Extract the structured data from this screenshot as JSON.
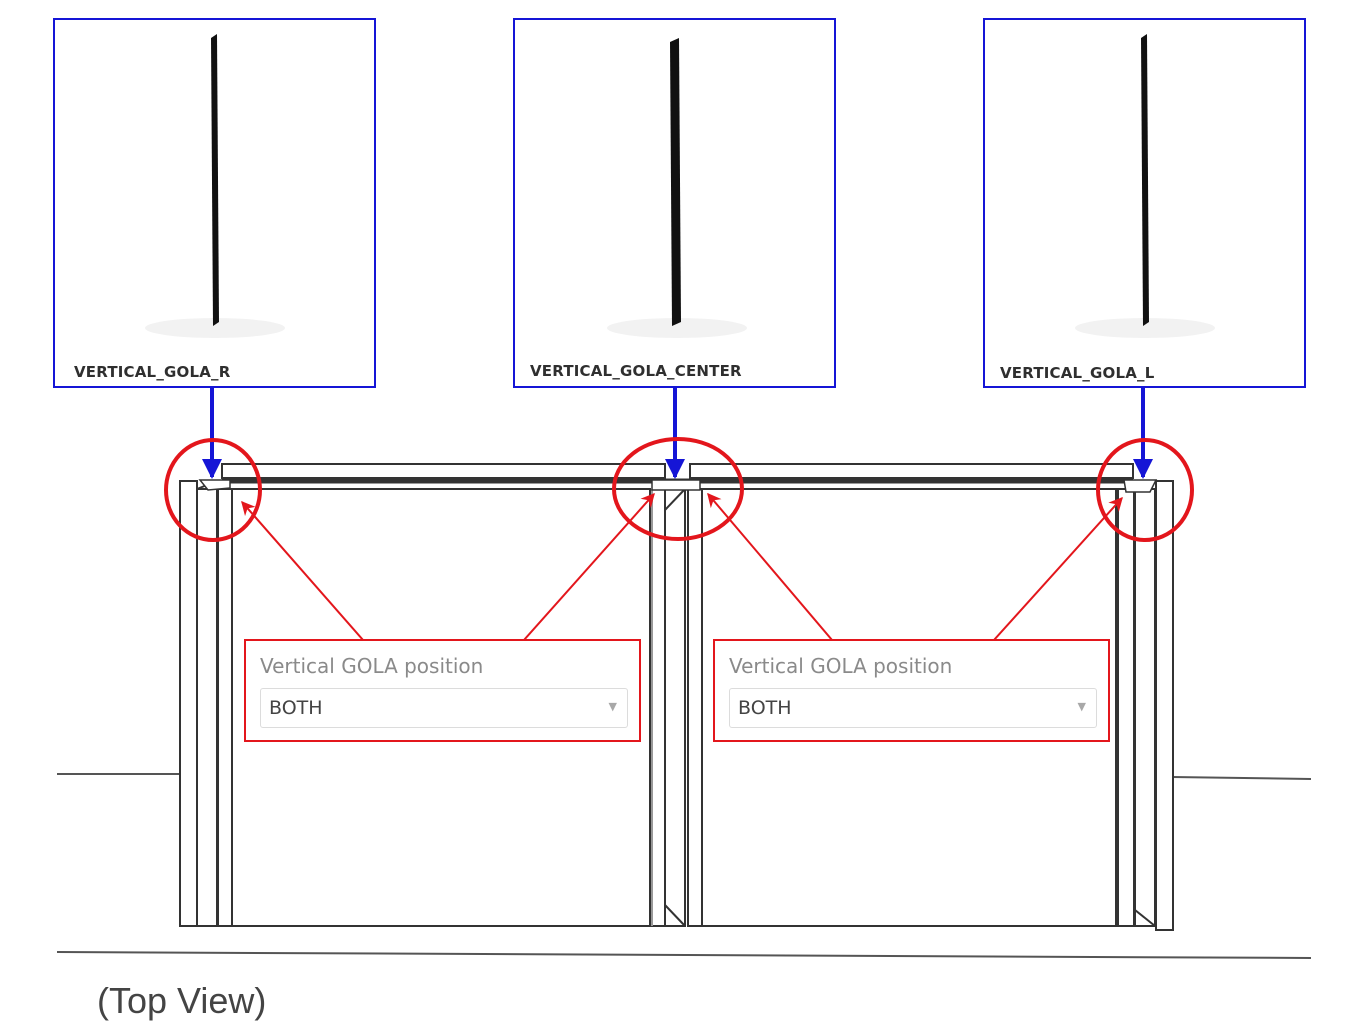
{
  "thumbnails": [
    {
      "name": "VERTICAL_GOLA_R",
      "label": "VERTICAL_GOLA_R"
    },
    {
      "name": "VERTICAL_GOLA_CENTER",
      "label": "VERTICAL_GOLA_CENTER"
    },
    {
      "name": "VERTICAL_GOLA_L",
      "label": "VERTICAL_GOLA_L"
    }
  ],
  "panels": [
    {
      "label": "Vertical GOLA position",
      "value": "BOTH"
    },
    {
      "label": "Vertical GOLA position",
      "value": "BOTH"
    }
  ],
  "caption": "(Top View)",
  "colors": {
    "thumbnail_border": "#1515d6",
    "callout_red": "#e3161c",
    "pointer_blue": "#1515d6",
    "drawing_line": "#333333"
  },
  "icons": {
    "select_caret": "caret-down-icon"
  }
}
